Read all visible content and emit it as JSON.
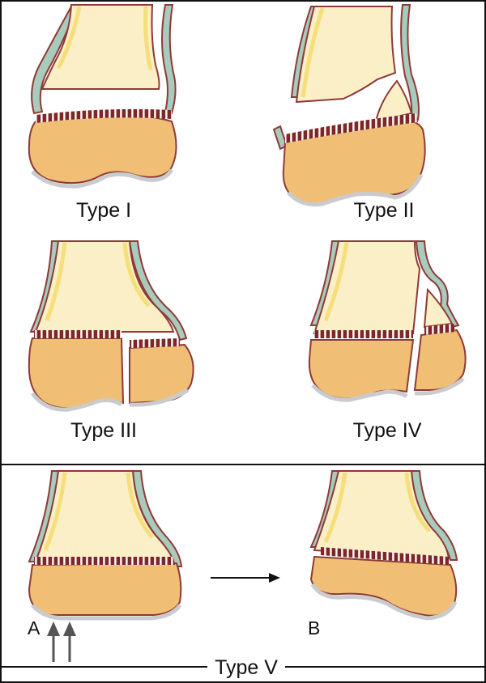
{
  "labels": {
    "type_i": "Type I",
    "type_ii": "Type II",
    "type_iii": "Type III",
    "type_iv": "Type IV",
    "type_v": "Type V",
    "a": "A",
    "b": "B"
  },
  "colors": {
    "shaft": "#FBEFC8",
    "epiphysis": "#F0BE74",
    "periosteum": "#A9CBBE",
    "cortex": "#F6DE7A",
    "outline": "#8E3A36",
    "cartilage": "#C9CBCE",
    "physis_mark": "#7E2727",
    "ink": "#111111"
  }
}
